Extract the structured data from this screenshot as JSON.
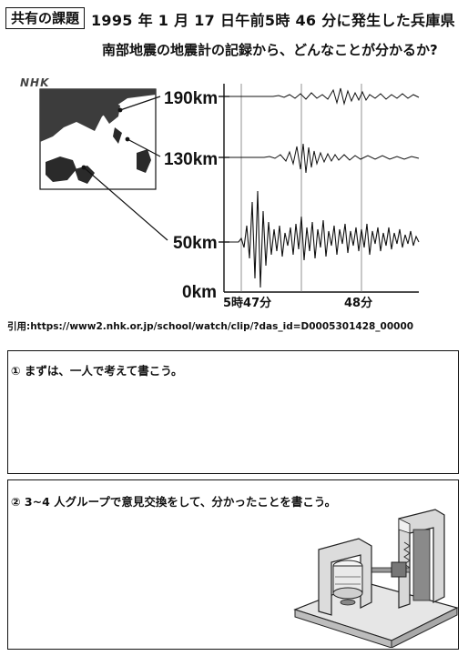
{
  "header": {
    "tag": "共有の課題",
    "title_line1": "1995 年 1 月 17 日午前5時 46 分に発生した兵庫県",
    "title_line2": "南部地震の地震計の記録から、どんなことが分かるか?"
  },
  "figure": {
    "logo": "NHK",
    "distance_labels": [
      "190km",
      "130km",
      "50km",
      "0km"
    ],
    "time_labels": [
      "5時47分",
      "48分"
    ]
  },
  "citation": "引用:https://www2.nhk.or.jp/school/watch/clip/?das_id=D0005301428_00000",
  "questions": {
    "q1": "① まずは、一人で考えて書こう。",
    "q2": "② 3~4 人グループで意見交換をして、分かったことを書こう。"
  }
}
